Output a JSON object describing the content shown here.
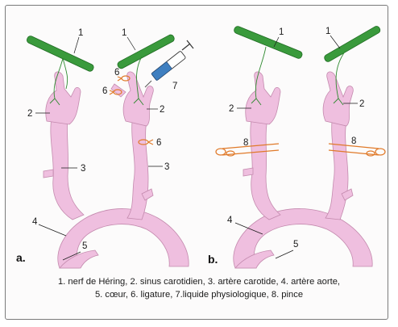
{
  "panels": {
    "a": "a.",
    "b": "b."
  },
  "labels": {
    "n1": "1",
    "n2": "2",
    "n3": "3",
    "n4": "4",
    "n5": "5",
    "n6": "6",
    "n7": "7",
    "n8": "8"
  },
  "caption": {
    "line1": "1. nerf de Héring, 2. sinus carotidien, 3. artère carotide, 4. artère aorte,",
    "line2": "5. cœur, 6. ligature, 7.liquide physiologique, 8. pince"
  },
  "colors": {
    "vessel": "#efbfdf",
    "nerve": "#3a9a3c",
    "ligature": "#e07a2a",
    "syringe": "#3f7fc0"
  }
}
